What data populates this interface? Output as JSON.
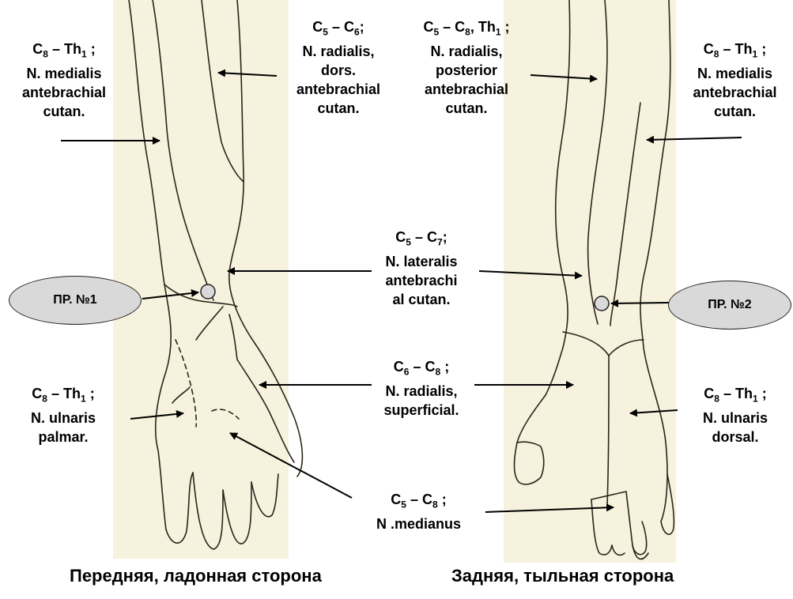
{
  "labels": {
    "l1": {
      "sup": "C",
      "s1": "8",
      "mid": " – Th",
      "s2": "1",
      "end": " ;",
      "lines": [
        "N. medialis",
        "antebrachial",
        "cutan."
      ]
    },
    "l2": {
      "sup": "C",
      "s1": "5",
      "mid": " – C",
      "s2": "6",
      "end": ";",
      "lines": [
        "N. radialis,",
        "dors.",
        "antebrachial",
        "cutan."
      ]
    },
    "l3": {
      "a": "C",
      "s1": "5",
      "b": " – C",
      "s2": "8",
      "c": ", Th",
      "s3": "1",
      "d": " ;",
      "lines": [
        "N. radialis,",
        "posterior",
        "antebrachial",
        "cutan."
      ]
    },
    "l4": {
      "sup": "C",
      "s1": "8",
      "mid": " – Th",
      "s2": "1",
      "end": " ;",
      "lines": [
        "N. medialis",
        "antebrachial",
        "cutan."
      ]
    },
    "l5": {
      "sup": "C",
      "s1": "5",
      "mid": " – C",
      "s2": "7",
      "end": ";",
      "lines": [
        "N. lateralis",
        "antebrachi",
        "al cutan."
      ]
    },
    "l6": {
      "sup": "C",
      "s1": "6",
      "mid": " – C",
      "s2": "8",
      "end": " ;",
      "lines": [
        "N. radialis,",
        "superficial."
      ]
    },
    "l7": {
      "sup": "C",
      "s1": "8",
      "mid": " – Th",
      "s2": "1",
      "end": " ;",
      "lines": [
        "N. ulnaris",
        "palmar."
      ]
    },
    "l8": {
      "sup": "C",
      "s1": "8",
      "mid": " – Th",
      "s2": "1",
      "end": " ;",
      "lines": [
        "N. ulnaris",
        "dorsal."
      ]
    },
    "l9": {
      "sup": "C",
      "s1": "5",
      "mid": " – C",
      "s2": "8",
      "end": " ;",
      "lines": [
        "N .medianus"
      ]
    }
  },
  "ovals": {
    "left": "ПР.  №1",
    "right": "ПР. №2"
  },
  "captions": {
    "left": "Передняя, ладонная сторона",
    "right": "Задняя, тыльная сторона"
  },
  "colors": {
    "paper": "#f7f2dd",
    "ink": "#2a241c",
    "oval_fill": "#d9d9d9"
  }
}
